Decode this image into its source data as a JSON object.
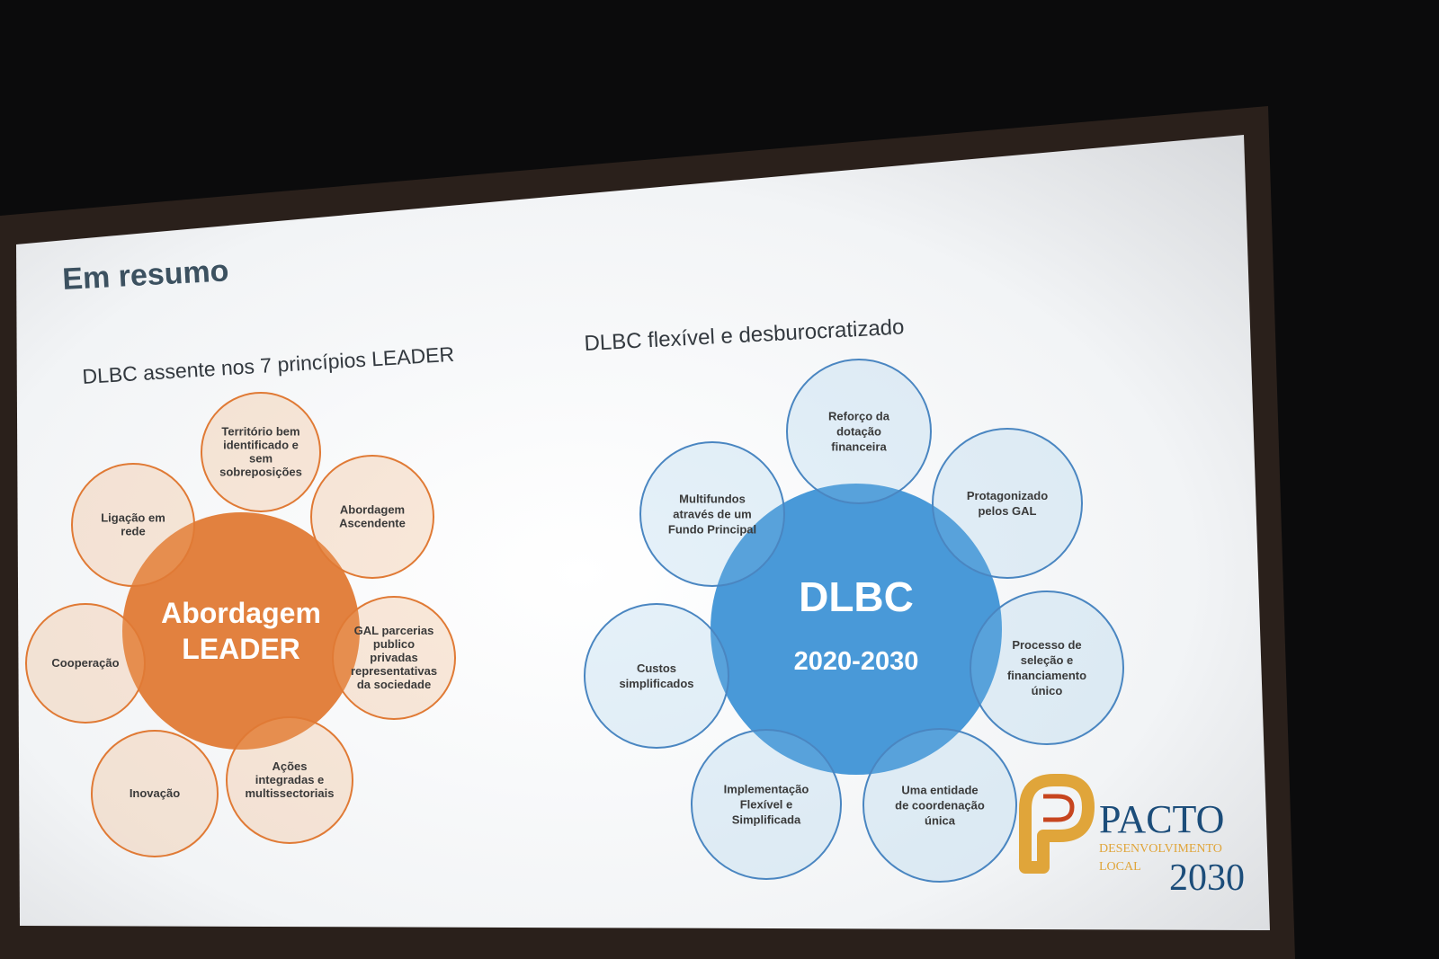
{
  "slide": {
    "title": "Em resumo",
    "left": {
      "subtitle": "DLBC assente nos 7 princípios LEADER",
      "center": [
        "Abordagem",
        "LEADER"
      ],
      "petals": [
        [
          "Território bem",
          "identificado e",
          "sem",
          "sobreposições"
        ],
        [
          "Abordagem",
          "Ascendente"
        ],
        [
          "GAL parcerias",
          "publico",
          "privadas",
          "representativas",
          "da sociedade"
        ],
        [
          "Ações",
          "integradas e",
          "multissectoriais"
        ],
        [
          "Inovação"
        ],
        [
          "Cooperação"
        ],
        [
          "Ligação em",
          "rede"
        ]
      ]
    },
    "right": {
      "subtitle": "DLBC flexível e desburocratizado",
      "center": [
        "DLBC",
        "2020-2030"
      ],
      "petals": [
        [
          "Reforço da",
          "dotação",
          "financeira"
        ],
        [
          "Protagonizado",
          "pelos GAL"
        ],
        [
          "Processo de",
          "seleção e",
          "financiamento",
          "único"
        ],
        [
          "Uma entidade",
          "de coordenação",
          "única"
        ],
        [
          "Implementação",
          "Flexível e",
          "Simplificada"
        ],
        [
          "Custos",
          "simplificados"
        ],
        [
          "Multifundos",
          "através de um",
          "Fundo Principal"
        ]
      ]
    },
    "logo": {
      "word": "PACTO",
      "line1": "DESENVOLVIMENTO",
      "line2": "LOCAL",
      "year": "2030"
    }
  },
  "colors": {
    "orange": "#e07a35",
    "orange_light": "#efb07a",
    "blue": "#3f93d6",
    "blue_light": "#8fc3e6",
    "title": "#3c5160",
    "logo_navy": "#1c4d7a",
    "logo_gold": "#e0a53a"
  }
}
